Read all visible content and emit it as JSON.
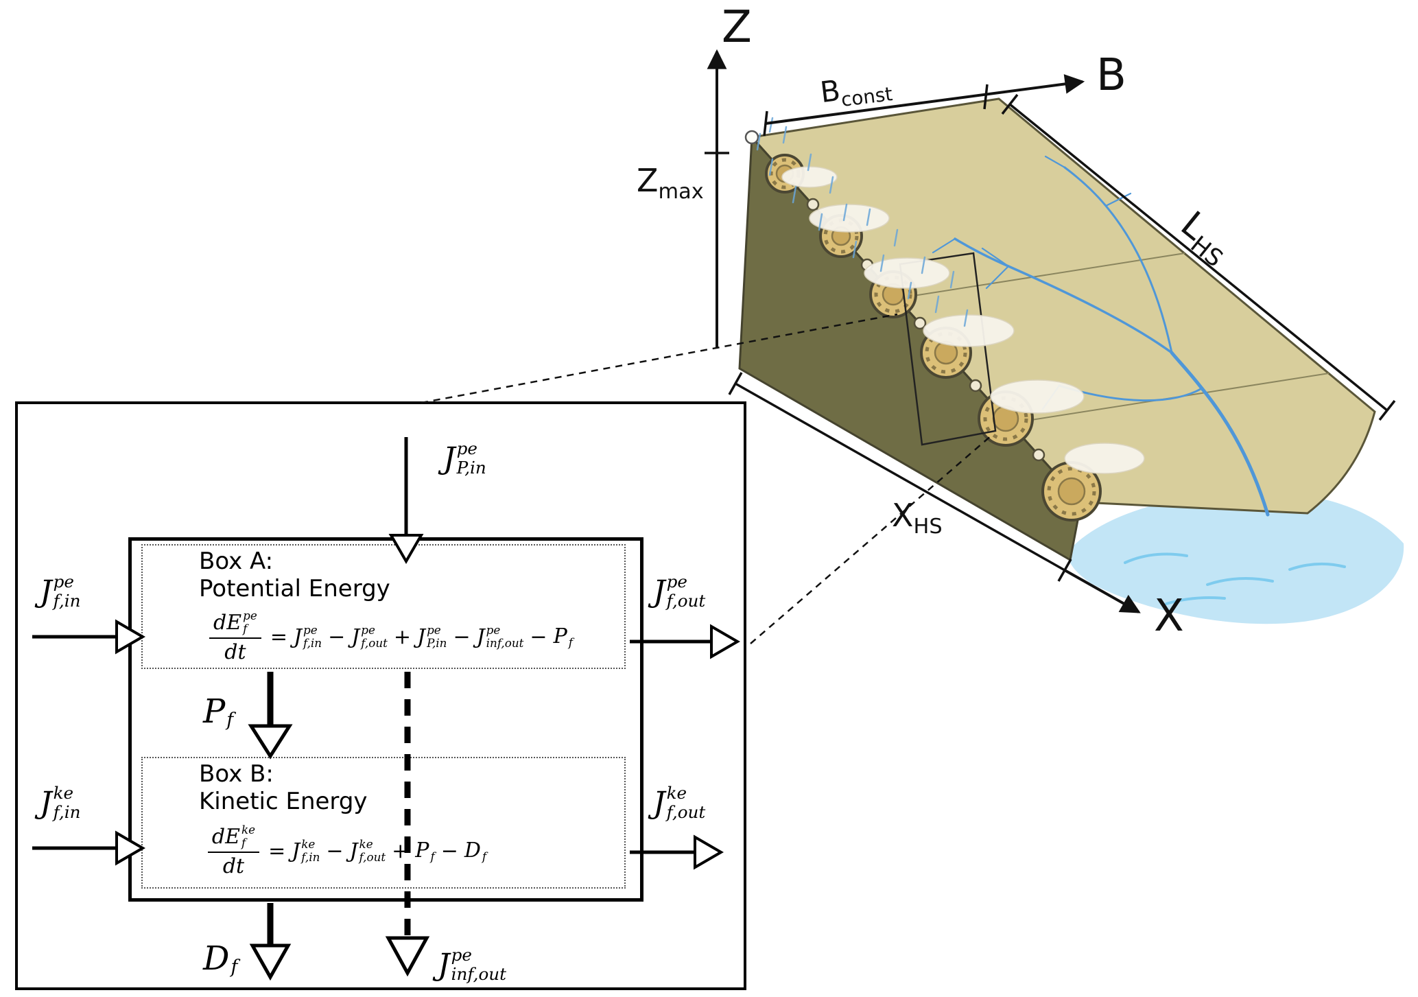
{
  "axes": {
    "z": "Z",
    "b": "B",
    "x": "X",
    "z_max": {
      "base": "Z",
      "sub": "max"
    },
    "b_const": {
      "base": "B",
      "sub": "const"
    },
    "l_hs": {
      "base": "L",
      "sub": "HS"
    },
    "x_hs": {
      "base": "X",
      "sub": "HS"
    }
  },
  "boxes": {
    "a": {
      "title": "Box A:",
      "subtitle": "Potential Energy"
    },
    "b": {
      "title": "Box B:",
      "subtitle": "Kinetic Energy"
    }
  },
  "fluxes": {
    "jp_in": [
      {
        "base": "J",
        "sup": "pe",
        "sub": "P,in"
      }
    ],
    "jf_in_pe": [
      {
        "base": "J",
        "sup": "pe",
        "sub": "f,in"
      }
    ],
    "jf_out_pe": [
      {
        "base": "J",
        "sup": "pe",
        "sub": "f,out"
      }
    ],
    "jf_in_ke": [
      {
        "base": "J",
        "sup": "ke",
        "sub": "f,in"
      }
    ],
    "jf_out_ke": [
      {
        "base": "J",
        "sup": "ke",
        "sub": "f,out"
      }
    ],
    "j_inf_out": [
      {
        "base": "J",
        "sup": "pe",
        "sub": "inf,out"
      }
    ],
    "p_f": [
      {
        "base": "P",
        "sub": "f"
      }
    ],
    "d_f": [
      {
        "base": "D",
        "sub": "f"
      }
    ]
  },
  "equations": {
    "a": {
      "num": [
        {
          "base": "dE",
          "sup": "pe",
          "sub": "f"
        }
      ],
      "den": "dt",
      "rhs": [
        {
          "op": "="
        },
        {
          "base": "J",
          "sup": "pe",
          "sub": "f,in"
        },
        {
          "op": "−"
        },
        {
          "base": "J",
          "sup": "pe",
          "sub": "f,out"
        },
        {
          "op": "+"
        },
        {
          "base": "J",
          "sup": "pe",
          "sub": "P,in"
        },
        {
          "op": "−"
        },
        {
          "base": "J",
          "sup": "pe",
          "sub": "inf,out"
        },
        {
          "op": "−"
        },
        {
          "base": "P",
          "sub": "f"
        }
      ]
    },
    "b": {
      "num": [
        {
          "base": "dE",
          "sup": "ke",
          "sub": "f"
        }
      ],
      "den": "dt",
      "rhs": [
        {
          "op": "="
        },
        {
          "base": "J",
          "sup": "ke",
          "sub": "f,in"
        },
        {
          "op": "−"
        },
        {
          "base": "J",
          "sup": "ke",
          "sub": "f,out"
        },
        {
          "op": "+"
        },
        {
          "base": "P",
          "sub": "f"
        },
        {
          "op": "−"
        },
        {
          "base": "D",
          "sub": "f"
        }
      ]
    }
  },
  "colors": {
    "terrain_top": "#d8ce9c",
    "terrain_side": "#6f6d45",
    "river": "#4f97d8",
    "water": "#c2e5f6",
    "wheel": "#dcc078"
  }
}
